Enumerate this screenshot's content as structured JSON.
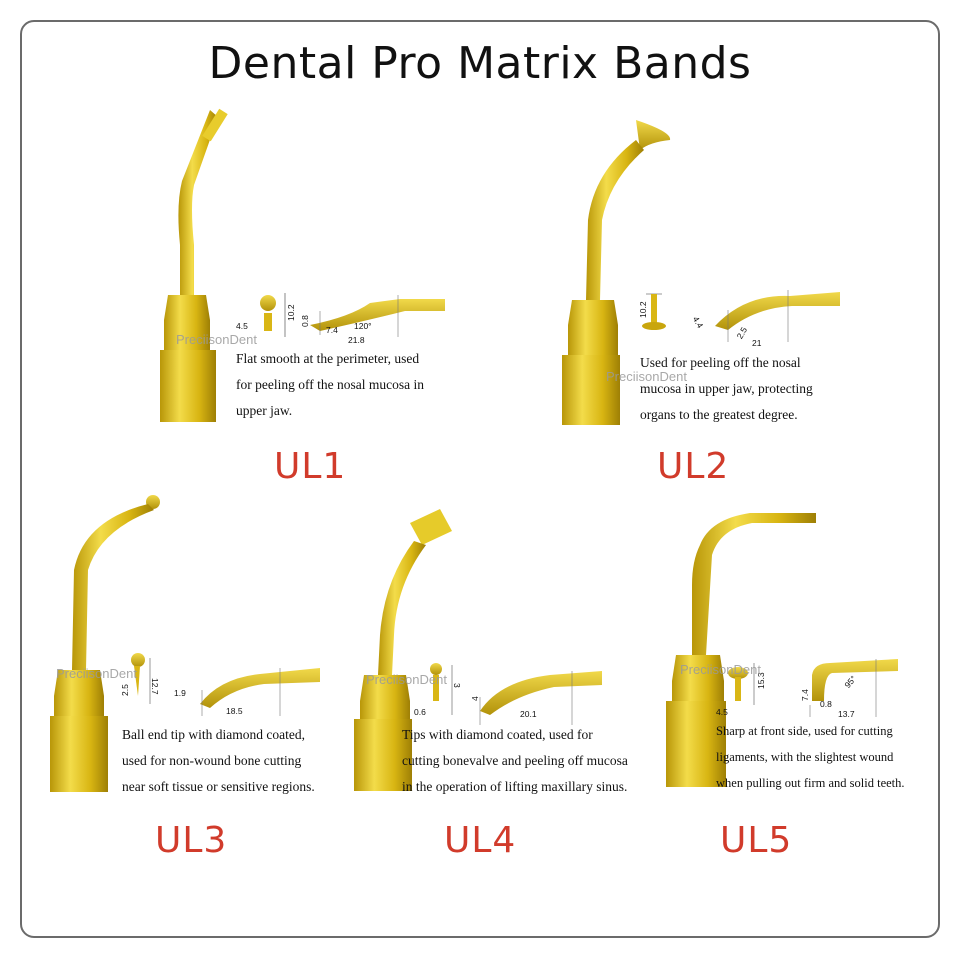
{
  "title": "Dental Pro Matrix Bands",
  "watermark": "PreciisonDent",
  "colors": {
    "gold": "#d9b615",
    "gold_dark": "#a88a06",
    "model_red": "#d13b2b",
    "border": "#6b6b6b"
  },
  "tips": [
    {
      "model": "UL1",
      "desc": [
        "Flat smooth at the perimeter, used",
        "for peeling off the nosal mucosa in",
        "upper jaw."
      ],
      "dims": [
        "10.2",
        "4.5",
        "0.8",
        "7.4",
        "120°",
        "21.8"
      ]
    },
    {
      "model": "UL2",
      "desc": [
        "Used for peeling off the nosal",
        "mucosa in upper jaw, protecting",
        "organs to the greatest degree."
      ],
      "dims": [
        "10.2",
        "4.4",
        "2.5",
        "21"
      ]
    },
    {
      "model": "UL3",
      "desc": [
        "Ball end tip with diamond coated,",
        "used for non-wound bone cutting",
        "near soft tissue or sensitive regions."
      ],
      "dims": [
        "12.7",
        "2.5",
        "1.9",
        "18.5"
      ]
    },
    {
      "model": "UL4",
      "desc": [
        "Tips with diamond coated, used for",
        "cutting bonevalve and peeling off mucosa",
        "in the operation of lifting maxillary sinus."
      ],
      "dims": [
        "3",
        "0.6",
        "4",
        "20.1"
      ]
    },
    {
      "model": "UL5",
      "desc": [
        "Sharp at front side, used for cutting",
        "ligaments, with the slightest wound",
        "when pulling out firm and solid teeth."
      ],
      "dims": [
        "15.3",
        "4.5",
        "7.4",
        "95°",
        "0.8",
        "13.7"
      ]
    }
  ]
}
